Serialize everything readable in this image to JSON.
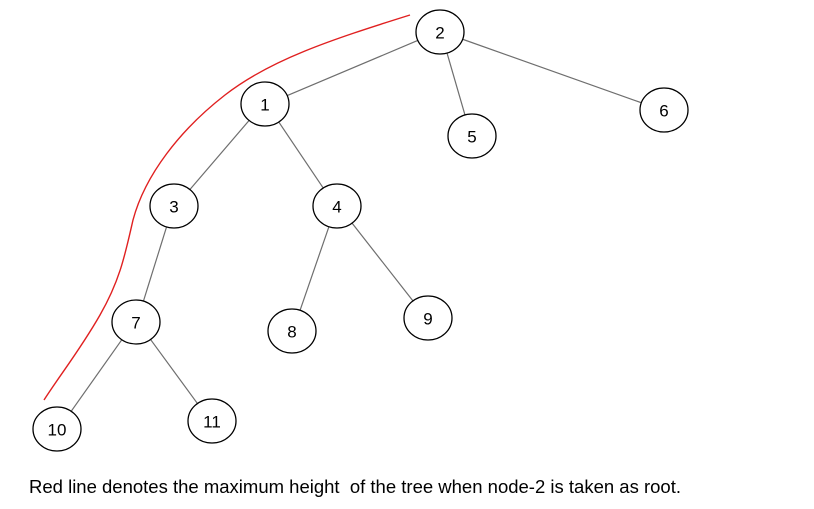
{
  "diagram": {
    "nodes": [
      {
        "id": "2",
        "label": "2"
      },
      {
        "id": "1",
        "label": "1"
      },
      {
        "id": "5",
        "label": "5"
      },
      {
        "id": "6",
        "label": "6"
      },
      {
        "id": "3",
        "label": "3"
      },
      {
        "id": "4",
        "label": "4"
      },
      {
        "id": "7",
        "label": "7"
      },
      {
        "id": "8",
        "label": "8"
      },
      {
        "id": "9",
        "label": "9"
      },
      {
        "id": "10",
        "label": "10"
      },
      {
        "id": "11",
        "label": "11"
      }
    ],
    "edges": [
      {
        "from": "2",
        "to": "1"
      },
      {
        "from": "2",
        "to": "5"
      },
      {
        "from": "2",
        "to": "6"
      },
      {
        "from": "1",
        "to": "3"
      },
      {
        "from": "1",
        "to": "4"
      },
      {
        "from": "3",
        "to": "7"
      },
      {
        "from": "4",
        "to": "8"
      },
      {
        "from": "4",
        "to": "9"
      },
      {
        "from": "7",
        "to": "10"
      },
      {
        "from": "7",
        "to": "11"
      }
    ],
    "highlight_path": [
      "2",
      "1",
      "3",
      "7",
      "10"
    ],
    "highlight_color": "#e02020"
  },
  "caption": "Red line denotes the maximum height  of the tree when node-2 is taken as root."
}
